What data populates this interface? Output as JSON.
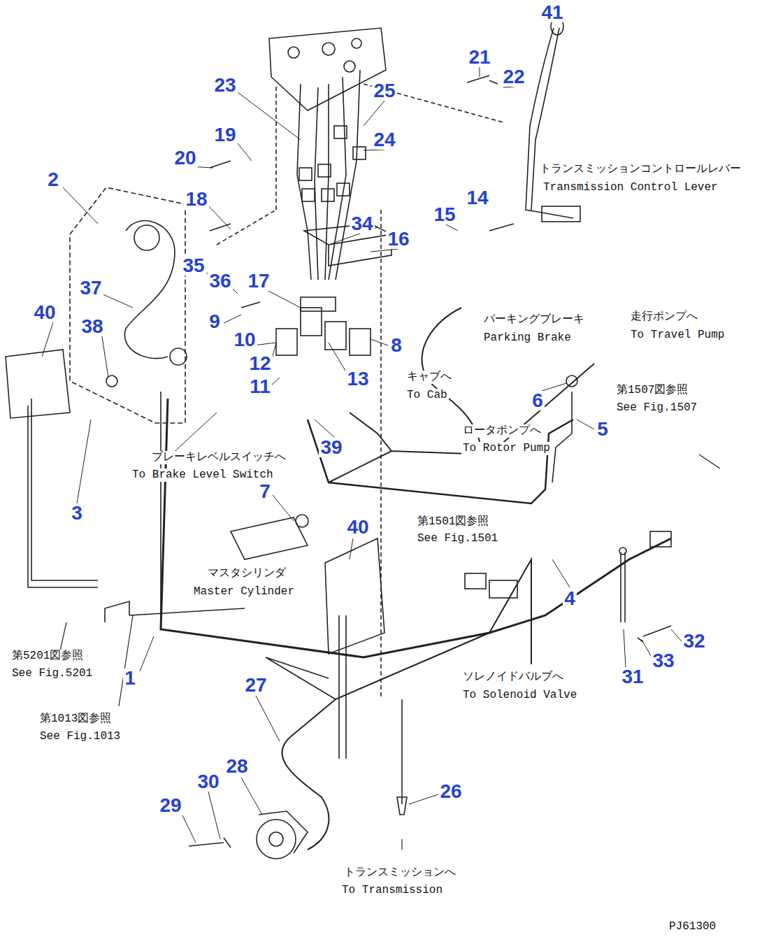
{
  "diagram": {
    "labels": [
      "41",
      "21",
      "22",
      "23",
      "25",
      "19",
      "24",
      "20",
      "トランスミッションコントロールレバー",
      "Transmission Control Lever",
      "2",
      "18",
      "15",
      "14",
      "34",
      "16",
      "35",
      "37",
      "36",
      "17",
      "40",
      "走行ポンプへ",
      "To Travel Pump",
      "パーキングブレーキ",
      "Parking Brake",
      "9",
      "38",
      "10",
      "8",
      "12",
      "キャブへ",
      "To Cab",
      "13",
      "11",
      "第1507図参照",
      "See Fig.1507",
      "6",
      "5",
      "ロータポンプへ",
      "To Rotor Pump",
      "39",
      "ブレーキレベルスイッチへ",
      "To Brake Level Switch",
      "7",
      "3",
      "40",
      "第1501図参照",
      "See Fig.1501",
      "マスタシリンダ",
      "Master Cylinder",
      "4",
      "31",
      "32",
      "33",
      "第5201図参照",
      "See Fig.5201",
      "ソレノイドバルブへ",
      "To Solenoid Valve",
      "1",
      "27",
      "第1013図参照",
      "See Fig.1013",
      "28",
      "30",
      "26",
      "29",
      "トランスミッションへ",
      "To Transmission",
      "PJ61300"
    ]
  }
}
